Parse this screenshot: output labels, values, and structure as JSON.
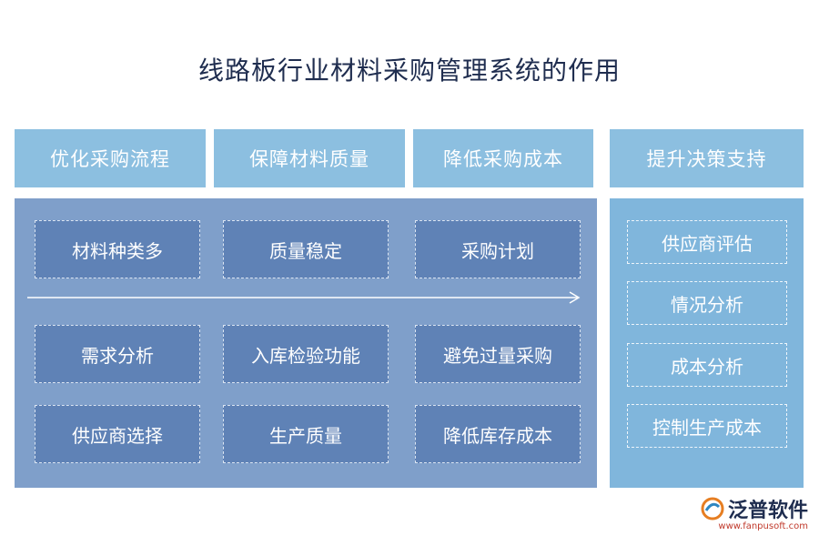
{
  "title": "线路板行业材料采购管理系统的作用",
  "headers": [
    "优化采购流程",
    "保障材料质量",
    "降低采购成本",
    "提升决策支持"
  ],
  "grid": [
    [
      "材料种类多",
      "质量稳定",
      "采购计划"
    ],
    [
      "需求分析",
      "入库检验功能",
      "避免过量采购"
    ],
    [
      "供应商选择",
      "生产质量",
      "降低库存成本"
    ]
  ],
  "side_items": [
    "供应商评估",
    "情况分析",
    "成本分析",
    "控制生产成本"
  ],
  "logo": {
    "name": "泛普软件",
    "url": "www.fanpusoft.com",
    "icon": "fanpu-logo-icon"
  },
  "colors": {
    "header": "#8cbfe0",
    "main_panel": "#7f9fca",
    "cell": "#5f82b6",
    "side_panel": "#80b6dc",
    "title": "#1f2d4f"
  }
}
